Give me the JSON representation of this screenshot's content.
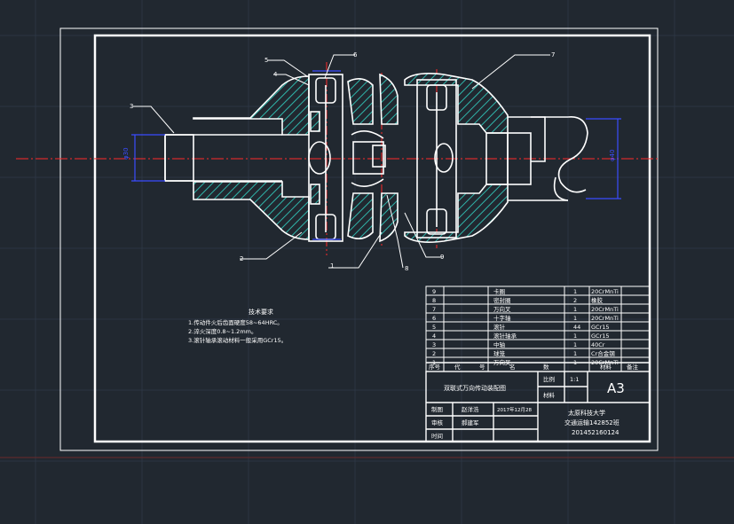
{
  "colors": {
    "background": "#212830",
    "frame": "#ffffff",
    "hatch": "#2fb5aa",
    "dimension": "#3b4cff",
    "centerline": "#ff2a2a",
    "grid": "#2c3542"
  },
  "callouts": [
    "1",
    "2",
    "3",
    "4",
    "5",
    "6",
    "7",
    "8",
    "9"
  ],
  "tech_requirements": {
    "title": "技术要求",
    "lines": [
      "1.传动件火后齿面硬度58~64HRC。",
      "2.淬火深度0.8~1.2mm。",
      "3.滚针轴承滚动材料一般采用GCr15。"
    ]
  },
  "parts_table": {
    "rows": [
      {
        "no": "9",
        "name": "卡圈",
        "qty": "1",
        "material": "20CrMnTi"
      },
      {
        "no": "8",
        "name": "密封圈",
        "qty": "2",
        "material": "橡胶"
      },
      {
        "no": "7",
        "name": "万向叉",
        "qty": "1",
        "material": "20CrMnTi"
      },
      {
        "no": "6",
        "name": "十字轴",
        "qty": "1",
        "material": "20CrMnTi"
      },
      {
        "no": "5",
        "name": "滚针",
        "qty": "44",
        "material": "GCr15"
      },
      {
        "no": "4",
        "name": "滚针轴承",
        "qty": "1",
        "material": "GCr15"
      },
      {
        "no": "3",
        "name": "中轴",
        "qty": "1",
        "material": "40Cr"
      },
      {
        "no": "2",
        "name": "球笼",
        "qty": "1",
        "material": "Cr合金钢"
      },
      {
        "no": "1",
        "name": "万向叉",
        "qty": "1",
        "material": "20CrMnTi"
      }
    ],
    "header": {
      "no": "序号",
      "code_a": "代",
      "code_b": "号",
      "name": "名",
      "qty": "数",
      "material": "材料",
      "note": "备注"
    }
  },
  "title_block": {
    "drawing_title": "双联式万向传动装配图",
    "scale_label": "比例",
    "scale": "1:1",
    "material_label": "材料",
    "sheet": "A3",
    "drawn_label": "制图",
    "drawn_by": "赵洋浩",
    "date": "2017年12月28",
    "check_label": "审核",
    "checked_by": "郝建军",
    "approve_label": "时间",
    "school": "太原科技大学",
    "class": "交通运输142852班",
    "student_id": "201452160124"
  }
}
